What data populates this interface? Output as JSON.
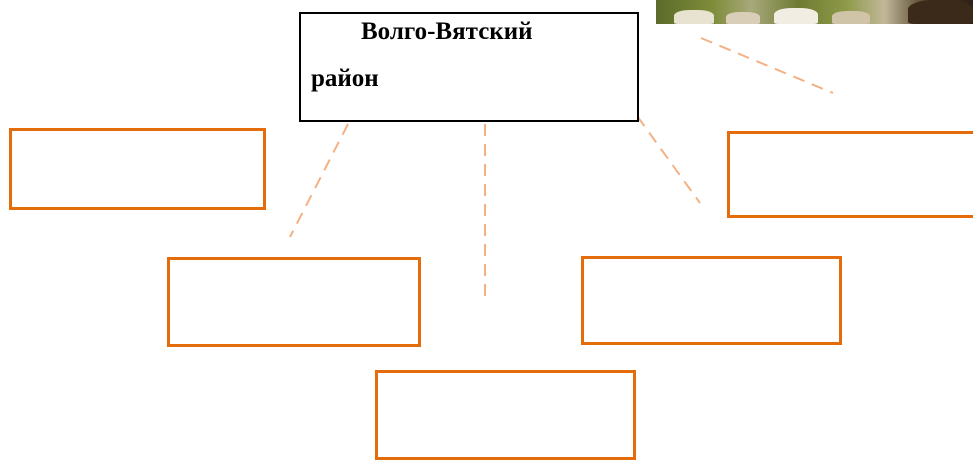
{
  "diagram": {
    "title": {
      "line1": "Волго-Вятский",
      "line2": "район"
    },
    "accent_color": "#E46C0A",
    "connector_color": "#F4B183",
    "boxes": [
      {
        "id": "box-top-left",
        "text": ""
      },
      {
        "id": "box-top-right",
        "text": ""
      },
      {
        "id": "box-middle-left",
        "text": ""
      },
      {
        "id": "box-middle-right",
        "text": ""
      },
      {
        "id": "box-bottom-center",
        "text": ""
      }
    ],
    "photo": {
      "icon": "cattle-photo"
    }
  }
}
